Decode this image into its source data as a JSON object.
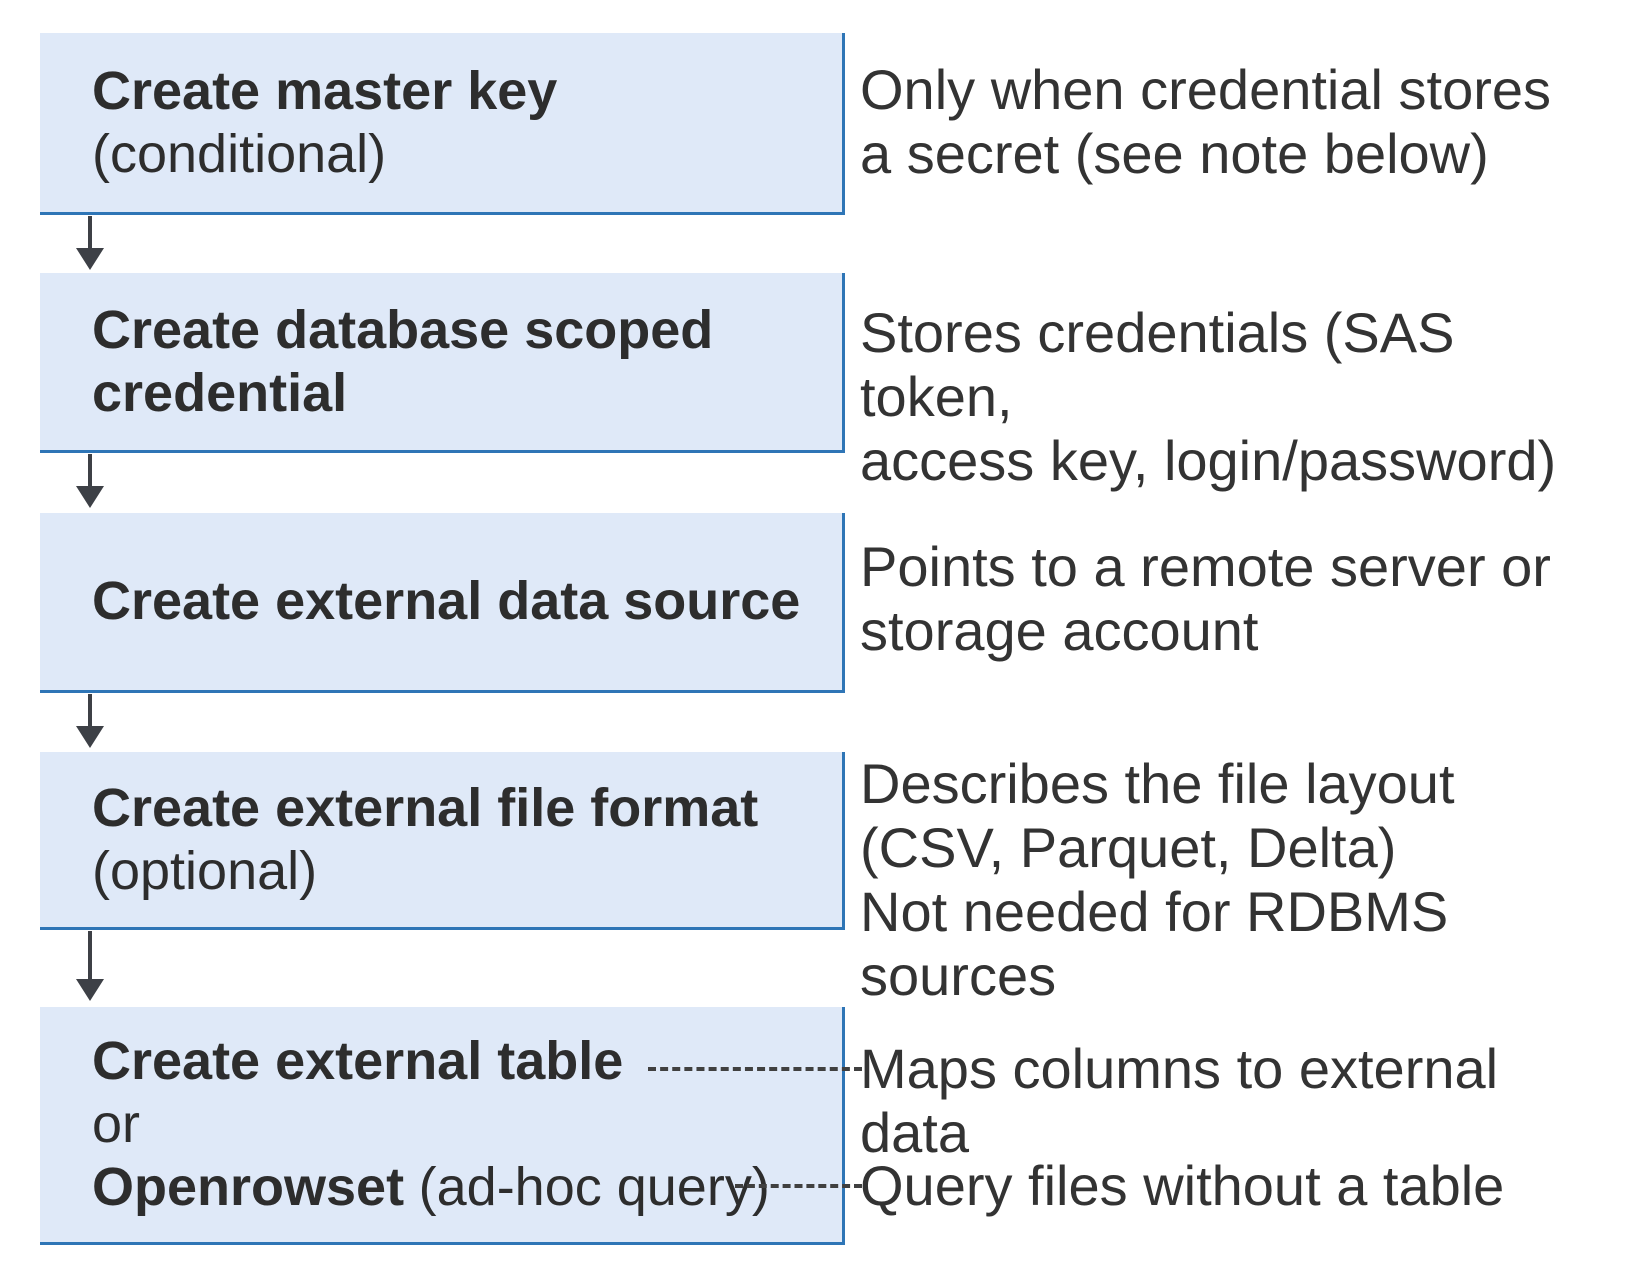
{
  "colors": {
    "box_fill": "#dfe9f8",
    "box_border": "#2e75b6",
    "arrow": "#3d4046",
    "title_text": "#2d2d2d",
    "note_text": "#333333",
    "dash": "#404040"
  },
  "flow": {
    "boxes": [
      {
        "title": "Create master key",
        "qualifier": "(conditional)",
        "note": "Only when credential stores\na secret (see note below)"
      },
      {
        "title": "Create database scoped\ncredential",
        "note": "Stores credentials (SAS token,\naccess key, login/password)"
      },
      {
        "title": "Create external data source",
        "note": "Points to a remote server or\nstorage account"
      },
      {
        "title": "Create external file format",
        "qualifier": "(optional)",
        "note": "Describes the file layout\n(CSV, Parquet, Delta)\nNot needed for RDBMS sources"
      },
      {
        "title": "Create external table",
        "or_label": "or",
        "alt_title": "Openrowset",
        "alt_qualifier": "(ad-hoc query)",
        "note_table": "Maps columns to external data",
        "note_openrowset": "Query files without a table"
      }
    ]
  }
}
